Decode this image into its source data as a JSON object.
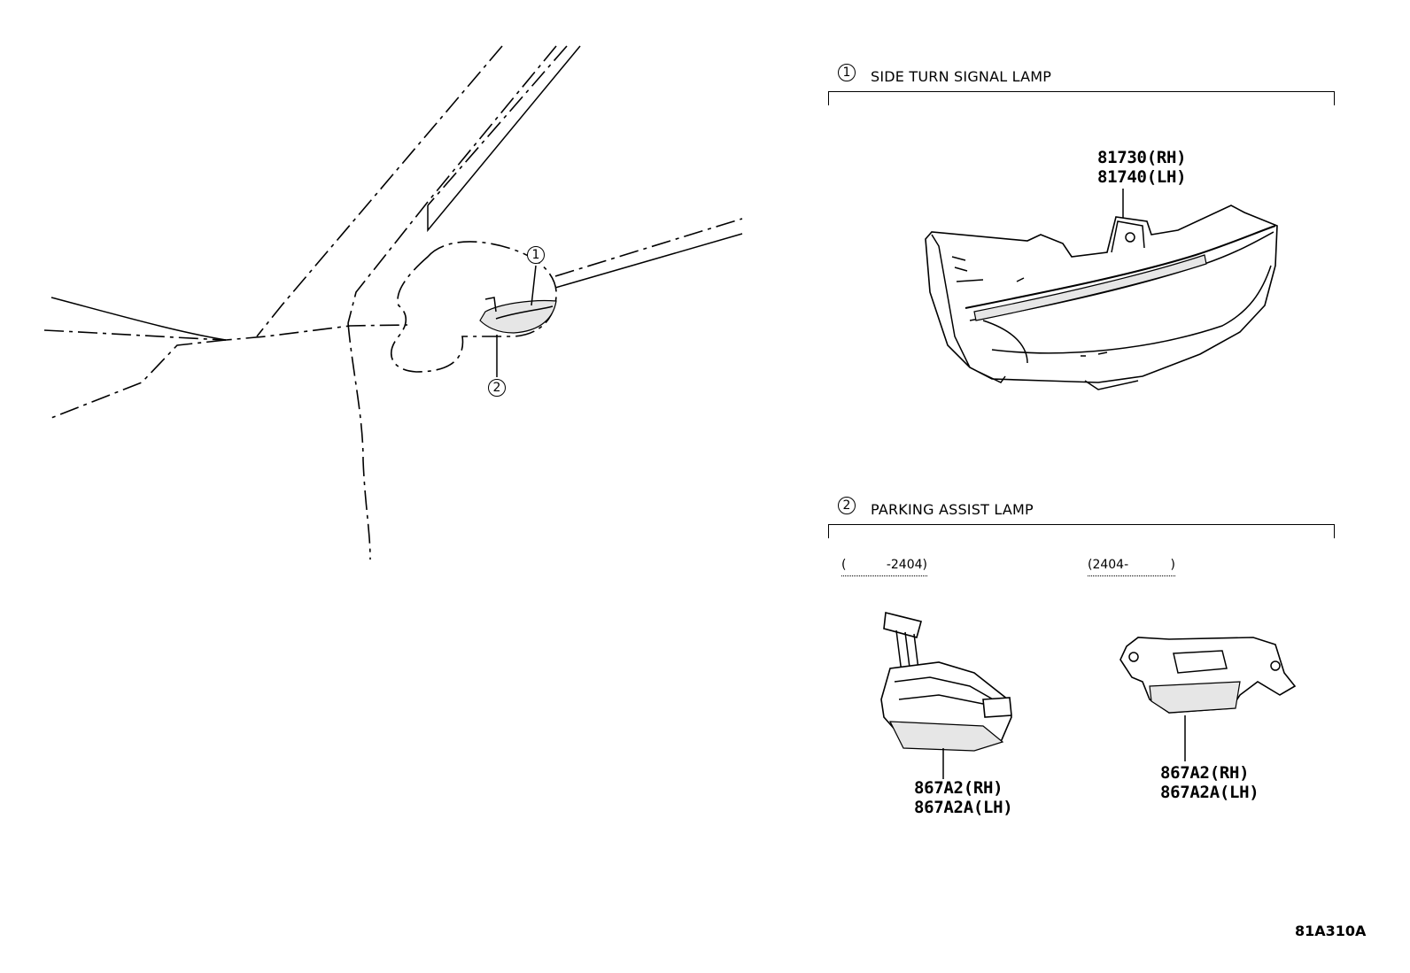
{
  "overview": {
    "callout_1": "1",
    "callout_2": "2"
  },
  "section_1": {
    "number": "1",
    "title": "SIDE TURN SIGNAL LAMP",
    "part_rh": "81730(RH)",
    "part_lh": "81740(LH)"
  },
  "section_2": {
    "number": "2",
    "title": "PARKING ASSIST LAMP",
    "variant_a": {
      "range_open": "(",
      "range_text": "-2404)",
      "part_rh": "867A2(RH)",
      "part_lh": "867A2A(LH)"
    },
    "variant_b": {
      "range_text": "(2404-",
      "range_close": ")",
      "part_rh": "867A2(RH)",
      "part_lh": "867A2A(LH)"
    }
  },
  "figure_code": "81A310A"
}
